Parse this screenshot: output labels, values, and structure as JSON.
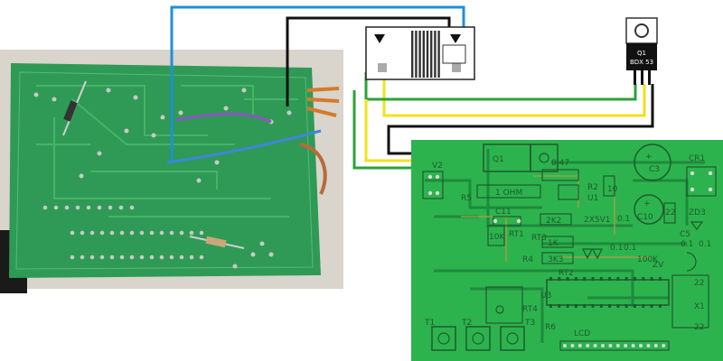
{
  "transistor": {
    "ref": "Q1",
    "part": "BDX 53"
  },
  "pcb_labels": {
    "q1": "Q1",
    "v2": "V2",
    "r5": "R5",
    "one_ohm": "1 OHM",
    "c_047": "0.47",
    "c3": "C3",
    "cr1": "CR1",
    "r2": "R2",
    "u1": "U1",
    "r10": "10",
    "c10": "C10",
    "r22": "22",
    "zd3": "ZD3",
    "c11": "C11",
    "r2k2": "2K2",
    "v2x5v1": "2X5V1",
    "r10k": "10K",
    "rt1": "RT1",
    "rt3": "RT3",
    "r1k": "1K",
    "r4": "R4",
    "r3k3": "3K3",
    "c5": "C5",
    "c01a": "0.1",
    "c01b": "0.1",
    "c01c": "0.1",
    "c01d": "0.1",
    "c01e": "0.1",
    "r100k": "100K",
    "zv": "ZV",
    "rt2": "RT2",
    "rt4": "RT4",
    "u3": "U3",
    "x1": "X1",
    "r22b": "22",
    "r22c": "22",
    "r6": "R6",
    "lcd": "LCD",
    "t1": "T1",
    "t2": "T2",
    "t3": "T3"
  },
  "colors": {
    "pcb_photo": "#2f9a55",
    "pcb_layout": "#2db34e",
    "trace": "#1f8a3c",
    "silkscreen": "#1e5a2e",
    "wire_blue": "#1e90d8",
    "wire_black": "#111111",
    "wire_yellow": "#f2e21a",
    "wire_green": "#2aa33a",
    "wire_purple": "#8a56c0",
    "wire_lightblue": "#3c86d8"
  }
}
